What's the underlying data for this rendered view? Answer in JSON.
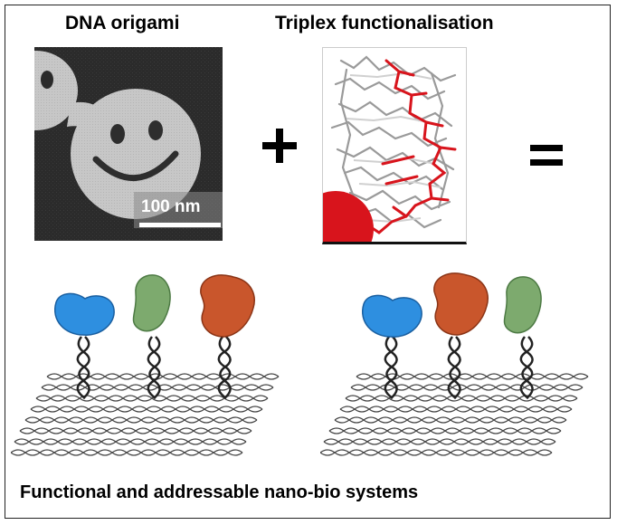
{
  "titles": {
    "left": "DNA origami",
    "right": "Triplex functionalisation"
  },
  "afm": {
    "scale_label": "100 nm"
  },
  "caption": "Functional and addressable nano-bio systems",
  "colors": {
    "protein_blue": "#2e8fe0",
    "protein_green": "#7daa6e",
    "protein_orange": "#c9562c",
    "triplex_red": "#d8141c",
    "afm_bg": "#2b2b2b",
    "afm_feature": "#c9c9c9"
  },
  "assemblies": [
    {
      "protein_order": [
        "blue",
        "green",
        "orange"
      ]
    },
    {
      "protein_order": [
        "blue",
        "orange",
        "green"
      ]
    }
  ]
}
